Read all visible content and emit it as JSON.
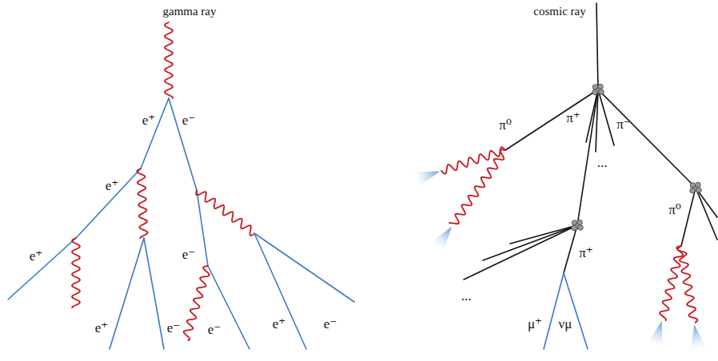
{
  "diagram": {
    "labels": [
      "gamma ray",
      "e⁺",
      "e⁻",
      "e⁺",
      "e⁺",
      "e⁻",
      "e⁺",
      "e⁻",
      "e⁻",
      "e⁺",
      "e⁻",
      "cosmic ray",
      "π⁰",
      "π⁺",
      "π⁻",
      "...",
      "π⁺",
      "...",
      "μ⁺",
      "νμ",
      "π⁰"
    ]
  }
}
